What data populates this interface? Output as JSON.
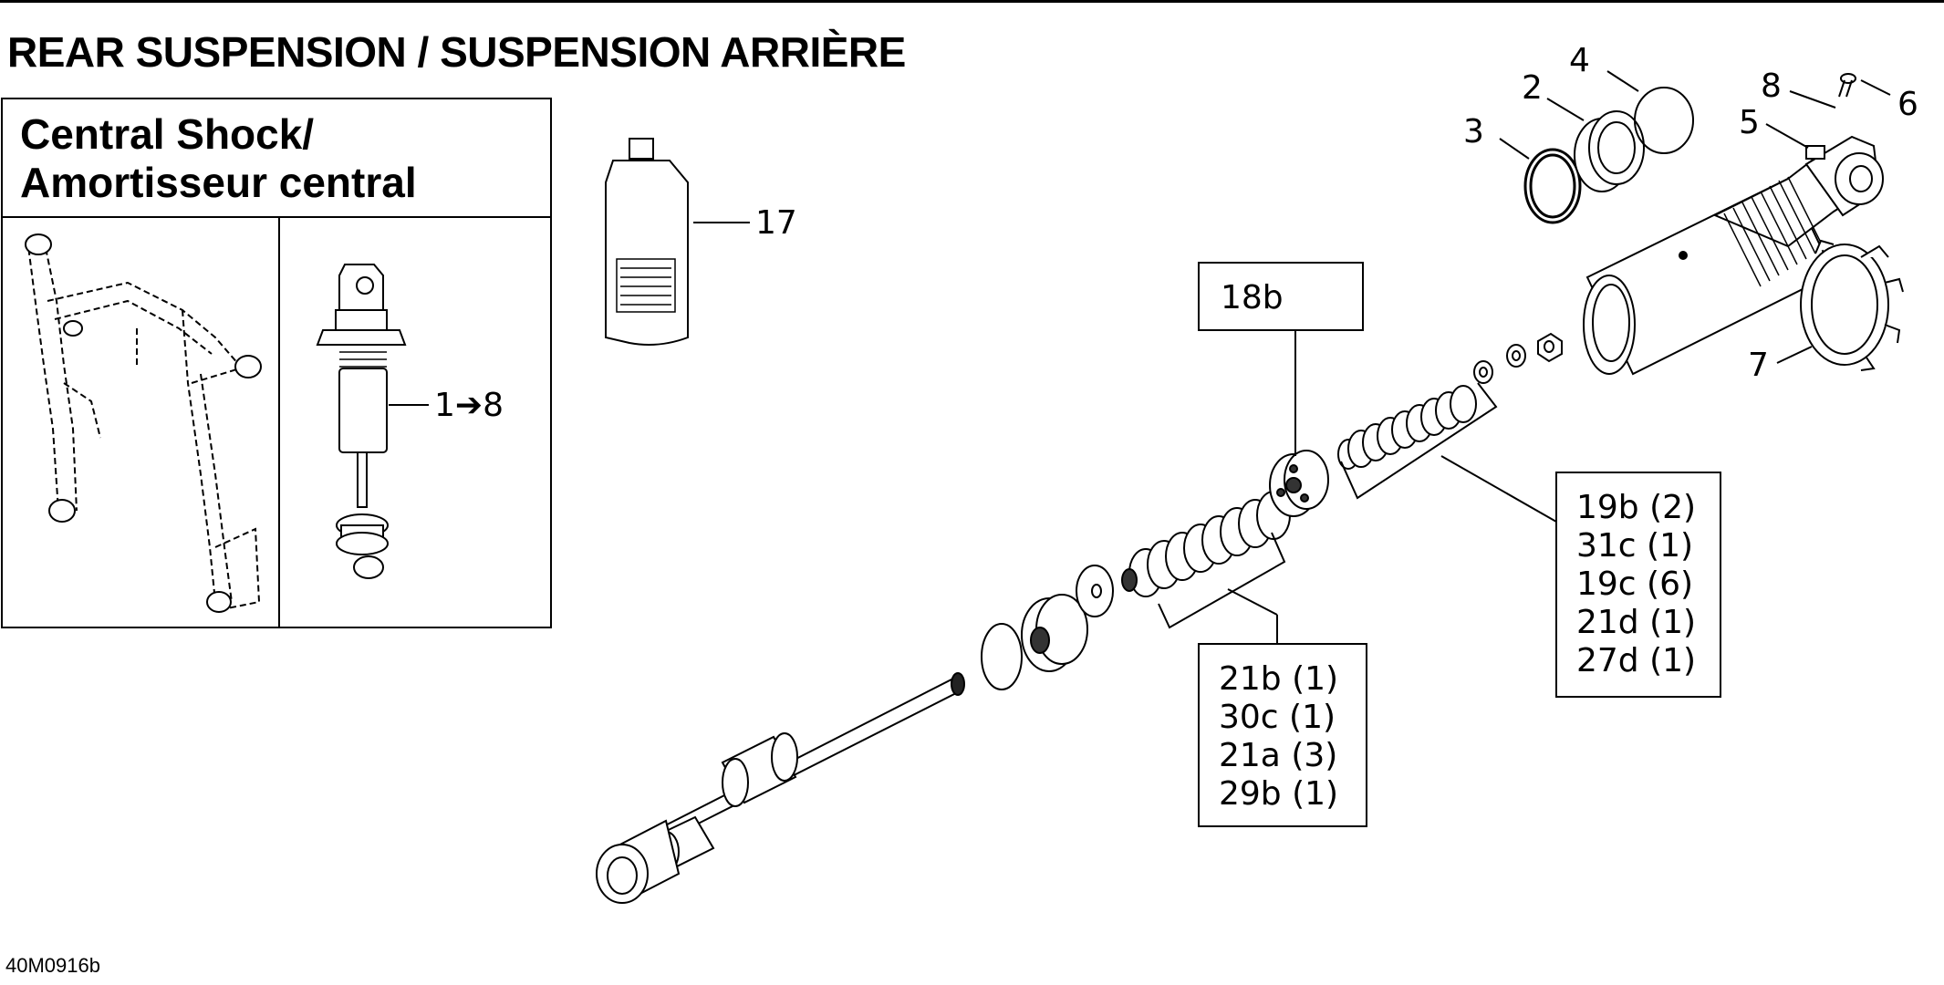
{
  "title": "REAR SUSPENSION / SUSPENSION ARRIÈRE",
  "inset": {
    "title_line1": "Central Shock/",
    "title_line2": "Amortisseur central",
    "range_label": "1➔8"
  },
  "callouts": {
    "c2": "2",
    "c3": "3",
    "c4": "4",
    "c5": "5",
    "c6": "6",
    "c7": "7",
    "c8": "8",
    "c17": "17"
  },
  "boxes": {
    "box_18b": [
      "18b"
    ],
    "box_right": [
      "19b (2)",
      "31c (1)",
      "19c (6)",
      "21d (1)",
      "27d (1)"
    ],
    "box_center": [
      "21b (1)",
      "30c (1)",
      "21a (3)",
      "29b (1)"
    ]
  },
  "footer_code": "40M0916b"
}
